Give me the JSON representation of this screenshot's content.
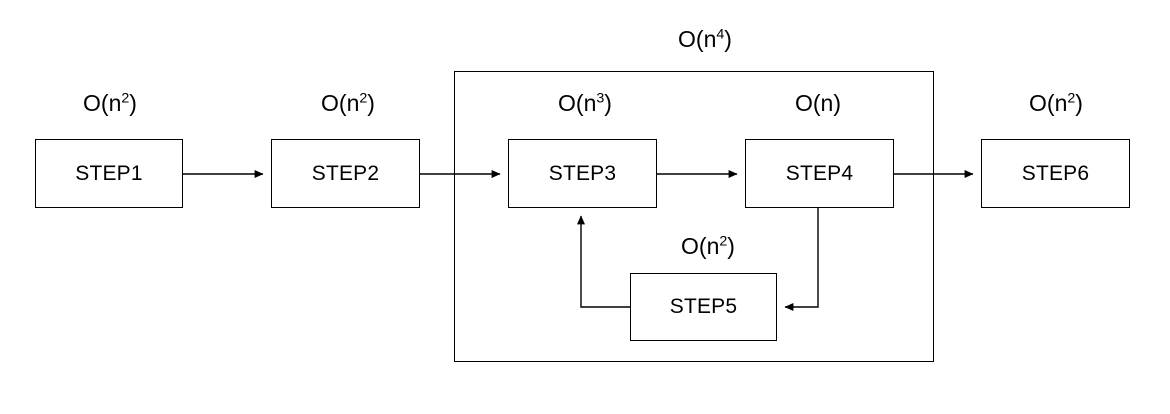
{
  "diagram": {
    "title_label": "O(n⁴)",
    "group": {
      "name": "step3-step4-step5-group",
      "complexity_base": "O(n",
      "complexity_exp": "4",
      "complexity_close": ")",
      "complexity_full": "O(n4)"
    },
    "nodes": [
      {
        "id": "step1",
        "label": "STEP1",
        "complexity_base": "O(n",
        "complexity_exp": "2",
        "complexity_close": ")",
        "complexity_full": "O(n2)"
      },
      {
        "id": "step2",
        "label": "STEP2",
        "complexity_base": "O(n",
        "complexity_exp": "2",
        "complexity_close": ")",
        "complexity_full": "O(n2)"
      },
      {
        "id": "step3",
        "label": "STEP3",
        "complexity_base": "O(n",
        "complexity_exp": "3",
        "complexity_close": ")",
        "complexity_full": "O(n3)"
      },
      {
        "id": "step4",
        "label": "STEP4",
        "complexity_base": "O(n",
        "complexity_exp": "",
        "complexity_close": ")",
        "complexity_full": "O(n)"
      },
      {
        "id": "step5",
        "label": "STEP5",
        "complexity_base": "O(n",
        "complexity_exp": "2",
        "complexity_close": ")",
        "complexity_full": "O(n2)"
      },
      {
        "id": "step6",
        "label": "STEP6",
        "complexity_base": "O(n",
        "complexity_exp": "2",
        "complexity_close": ")",
        "complexity_full": "O(n2)"
      }
    ],
    "edges": [
      {
        "from": "step1",
        "to": "step2"
      },
      {
        "from": "step2",
        "to": "step3"
      },
      {
        "from": "step3",
        "to": "step4"
      },
      {
        "from": "step4",
        "to": "step6"
      },
      {
        "from": "step4",
        "to": "step5"
      },
      {
        "from": "step5",
        "to": "step3"
      }
    ],
    "colors": {
      "stroke": "#000000",
      "background": "#ffffff",
      "text": "#000000"
    }
  }
}
